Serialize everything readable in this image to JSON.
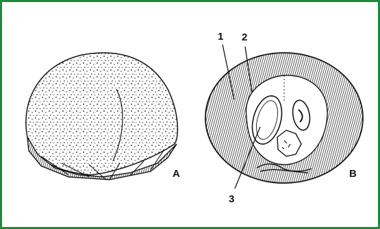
{
  "labels": {
    "a": "A",
    "b": "B",
    "one": "1",
    "two": "2",
    "three": "3"
  },
  "colors": {
    "border": "#1f8a3a",
    "ink": "#111111"
  }
}
